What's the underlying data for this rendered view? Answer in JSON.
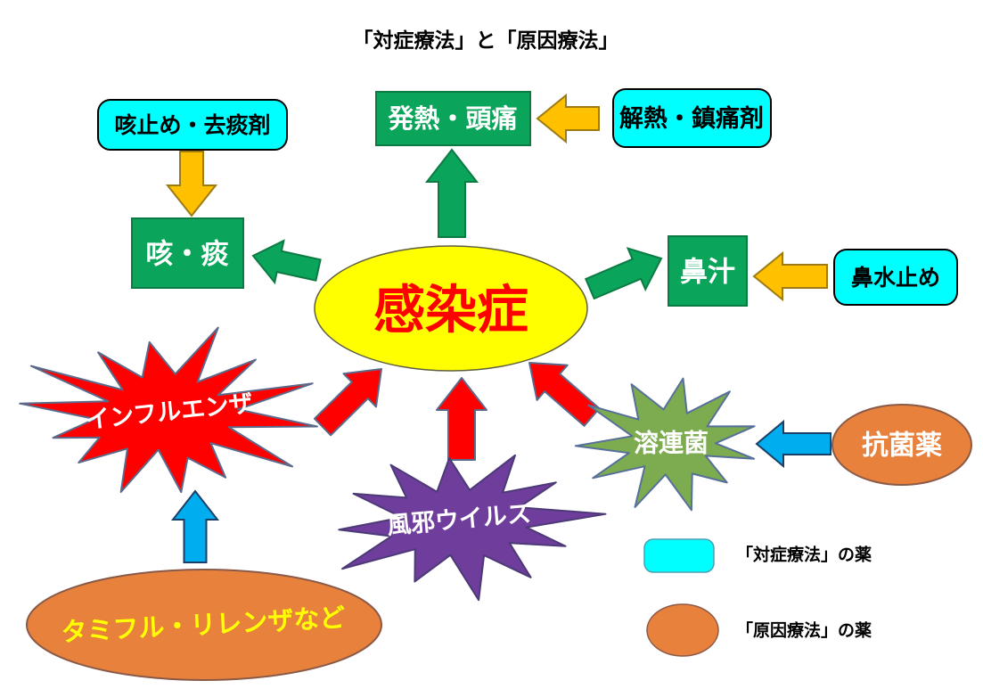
{
  "title": "「対症療法」と「原因療法」",
  "colors": {
    "cyan_box": "#00ffff",
    "green": "#0aa55a",
    "gold_arrow": "#ffc000",
    "red": "#ff0000",
    "purple": "#6f3d9b",
    "olive_green": "#7cab50",
    "orange": "#e8813c",
    "sky_blue": "#00aeef",
    "yellow": "#ffff00"
  },
  "nodes": {
    "cough_medicine": "咳止め・去痰剤",
    "cough": "咳・痰",
    "fever_headache": "発熱・頭痛",
    "antipyretic": "解熱・鎮痛剤",
    "infection": "感染症",
    "nasal_discharge": "鼻汁",
    "nasal_medicine": "鼻水止め",
    "influenza": "インフルエンザ",
    "cold_virus": "風邪ウイルス",
    "strep": "溶連菌",
    "antibiotic": "抗菌薬",
    "tamiflu": "タミフル・リレンザなど"
  },
  "legend": [
    {
      "shape": "rounded-rect",
      "color": "#00ffff",
      "label": "「対症療法」の薬"
    },
    {
      "shape": "ellipse",
      "color": "#e8813c",
      "label": "「原因療法」の薬"
    }
  ]
}
